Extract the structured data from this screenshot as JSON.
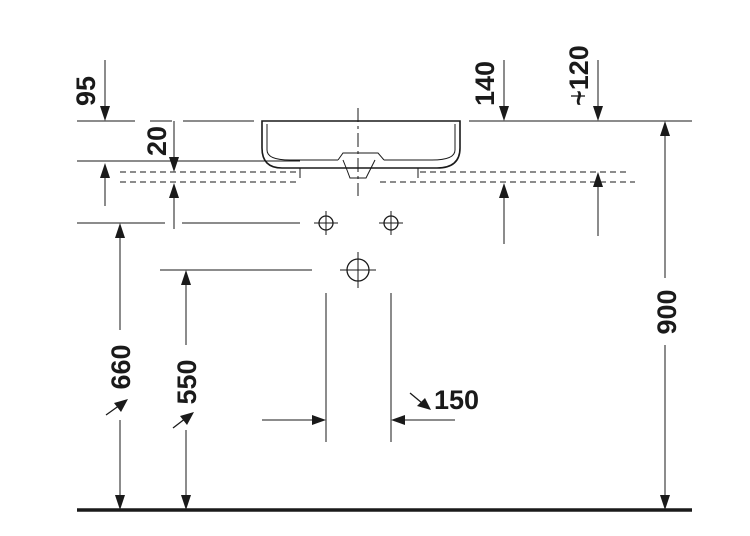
{
  "dimensions": {
    "d95": "95",
    "d20": "20",
    "d140": "140",
    "d120": "~120",
    "d900": "900",
    "d660": "660",
    "d550": "550",
    "d150": "150"
  }
}
